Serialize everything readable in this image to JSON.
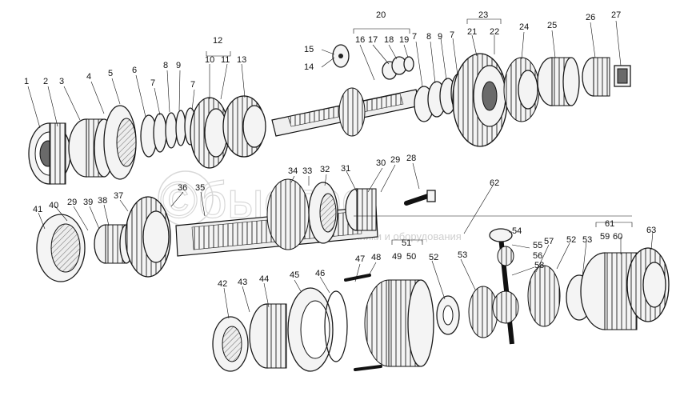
{
  "watermark": {
    "brand": "©быстро",
    "subtitle": "Запчасти для сельхозтехники и оборудования"
  },
  "callouts": [
    {
      "id": "c1",
      "label": "1"
    },
    {
      "id": "c2",
      "label": "2"
    },
    {
      "id": "c3",
      "label": "3"
    },
    {
      "id": "c4",
      "label": "4"
    },
    {
      "id": "c5",
      "label": "5"
    },
    {
      "id": "c6",
      "label": "6"
    },
    {
      "id": "c7a",
      "label": "7"
    },
    {
      "id": "c8a",
      "label": "8"
    },
    {
      "id": "c9a",
      "label": "9"
    },
    {
      "id": "c7b",
      "label": "7"
    },
    {
      "id": "c10",
      "label": "10"
    },
    {
      "id": "c11",
      "label": "11"
    },
    {
      "id": "c12",
      "label": "12"
    },
    {
      "id": "c13",
      "label": "13"
    },
    {
      "id": "c14",
      "label": "14"
    },
    {
      "id": "c15",
      "label": "15"
    },
    {
      "id": "c16",
      "label": "16"
    },
    {
      "id": "c17",
      "label": "17"
    },
    {
      "id": "c18",
      "label": "18"
    },
    {
      "id": "c19",
      "label": "19"
    },
    {
      "id": "c20",
      "label": "20"
    },
    {
      "id": "c7c",
      "label": "7"
    },
    {
      "id": "c8b",
      "label": "8"
    },
    {
      "id": "c9b",
      "label": "9"
    },
    {
      "id": "c7d",
      "label": "7"
    },
    {
      "id": "c21",
      "label": "21"
    },
    {
      "id": "c22",
      "label": "22"
    },
    {
      "id": "c23",
      "label": "23"
    },
    {
      "id": "c24",
      "label": "24"
    },
    {
      "id": "c25",
      "label": "25"
    },
    {
      "id": "c26",
      "label": "26"
    },
    {
      "id": "c27",
      "label": "27"
    },
    {
      "id": "c28",
      "label": "28"
    },
    {
      "id": "c29a",
      "label": "29"
    },
    {
      "id": "c30",
      "label": "30"
    },
    {
      "id": "c31",
      "label": "31"
    },
    {
      "id": "c32",
      "label": "32"
    },
    {
      "id": "c33",
      "label": "33"
    },
    {
      "id": "c34",
      "label": "34"
    },
    {
      "id": "c35",
      "label": "35"
    },
    {
      "id": "c36",
      "label": "36"
    },
    {
      "id": "c37",
      "label": "37"
    },
    {
      "id": "c38",
      "label": "38"
    },
    {
      "id": "c39",
      "label": "39"
    },
    {
      "id": "c29b",
      "label": "29"
    },
    {
      "id": "c40",
      "label": "40"
    },
    {
      "id": "c41",
      "label": "41"
    },
    {
      "id": "c42",
      "label": "42"
    },
    {
      "id": "c43",
      "label": "43"
    },
    {
      "id": "c44",
      "label": "44"
    },
    {
      "id": "c45",
      "label": "45"
    },
    {
      "id": "c46",
      "label": "46"
    },
    {
      "id": "c47",
      "label": "47"
    },
    {
      "id": "c48",
      "label": "48"
    },
    {
      "id": "c49",
      "label": "49"
    },
    {
      "id": "c50",
      "label": "50"
    },
    {
      "id": "c51",
      "label": "51"
    },
    {
      "id": "c52a",
      "label": "52"
    },
    {
      "id": "c53a",
      "label": "53"
    },
    {
      "id": "c54",
      "label": "54"
    },
    {
      "id": "c55",
      "label": "55"
    },
    {
      "id": "c56",
      "label": "56"
    },
    {
      "id": "c57",
      "label": "57"
    },
    {
      "id": "c58",
      "label": "58"
    },
    {
      "id": "c52b",
      "label": "52"
    },
    {
      "id": "c53b",
      "label": "53"
    },
    {
      "id": "c59",
      "label": "59"
    },
    {
      "id": "c60",
      "label": "60"
    },
    {
      "id": "c61",
      "label": "61"
    },
    {
      "id": "c62",
      "label": "62"
    },
    {
      "id": "c63",
      "label": "63"
    }
  ]
}
